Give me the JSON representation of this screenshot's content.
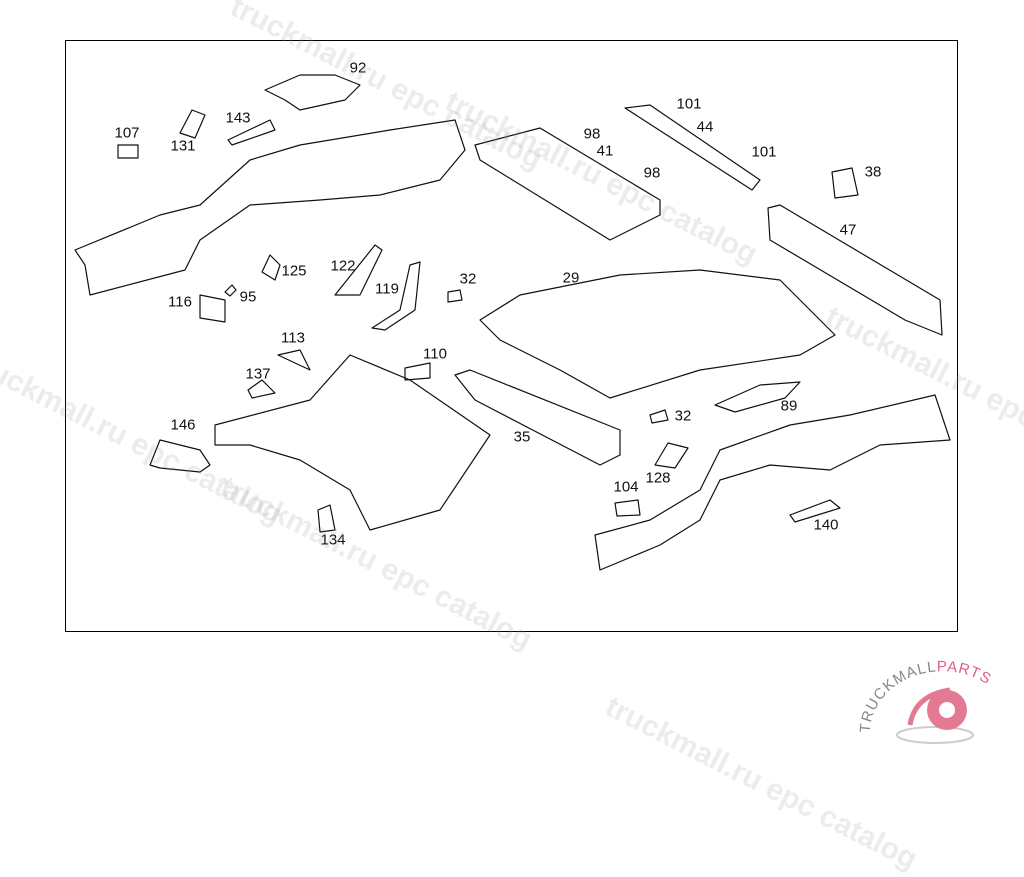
{
  "diagram": {
    "part_labels": [
      "92",
      "107",
      "143",
      "131",
      "98",
      "41",
      "98",
      "101",
      "44",
      "101",
      "38",
      "47",
      "122",
      "125",
      "119",
      "32",
      "29",
      "116",
      "95",
      "113",
      "110",
      "137",
      "89",
      "32",
      "35",
      "146",
      "128",
      "104",
      "140",
      "134"
    ]
  },
  "watermark": {
    "text": "truckmall.ru epc catalog"
  },
  "logo": {
    "text": "TRUCKMALLPARTS",
    "brand_color": "#e06080"
  }
}
